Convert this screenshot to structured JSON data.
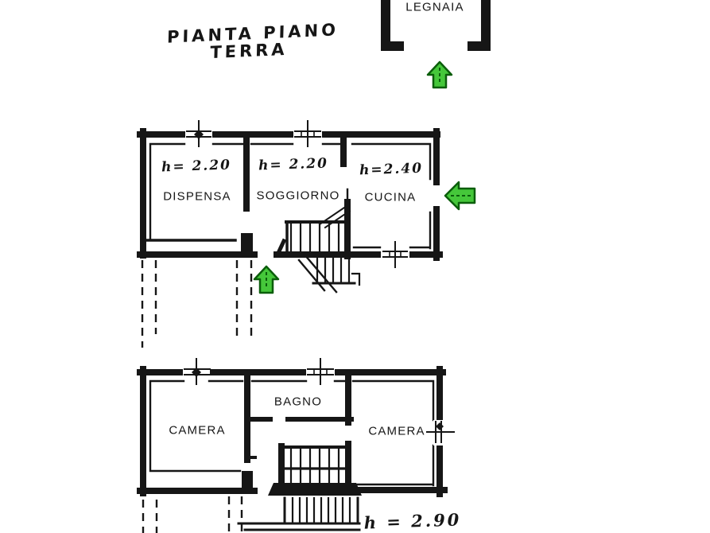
{
  "colors": {
    "paper": "#ffffff",
    "ink": "#161616",
    "arrow_fill": "#45c73a",
    "arrow_stroke": "#0b5e0b"
  },
  "title": {
    "line1": "PIANTA PIANO",
    "line2": "TERRA"
  },
  "plans": {
    "legnaia": {
      "room": "LEGNAIA"
    },
    "ground": {
      "rooms": [
        {
          "name": "DISPENSA",
          "height": "h= 2.20"
        },
        {
          "name": "SOGGIORNO",
          "height": "h= 2.20"
        },
        {
          "name": "CUCINA",
          "height": "h=2.40"
        }
      ]
    },
    "upper": {
      "rooms": [
        {
          "name": "CAMERA"
        },
        {
          "name": "BAGNO"
        },
        {
          "name": "CAMERA"
        }
      ],
      "height": "h = 2.90"
    }
  }
}
